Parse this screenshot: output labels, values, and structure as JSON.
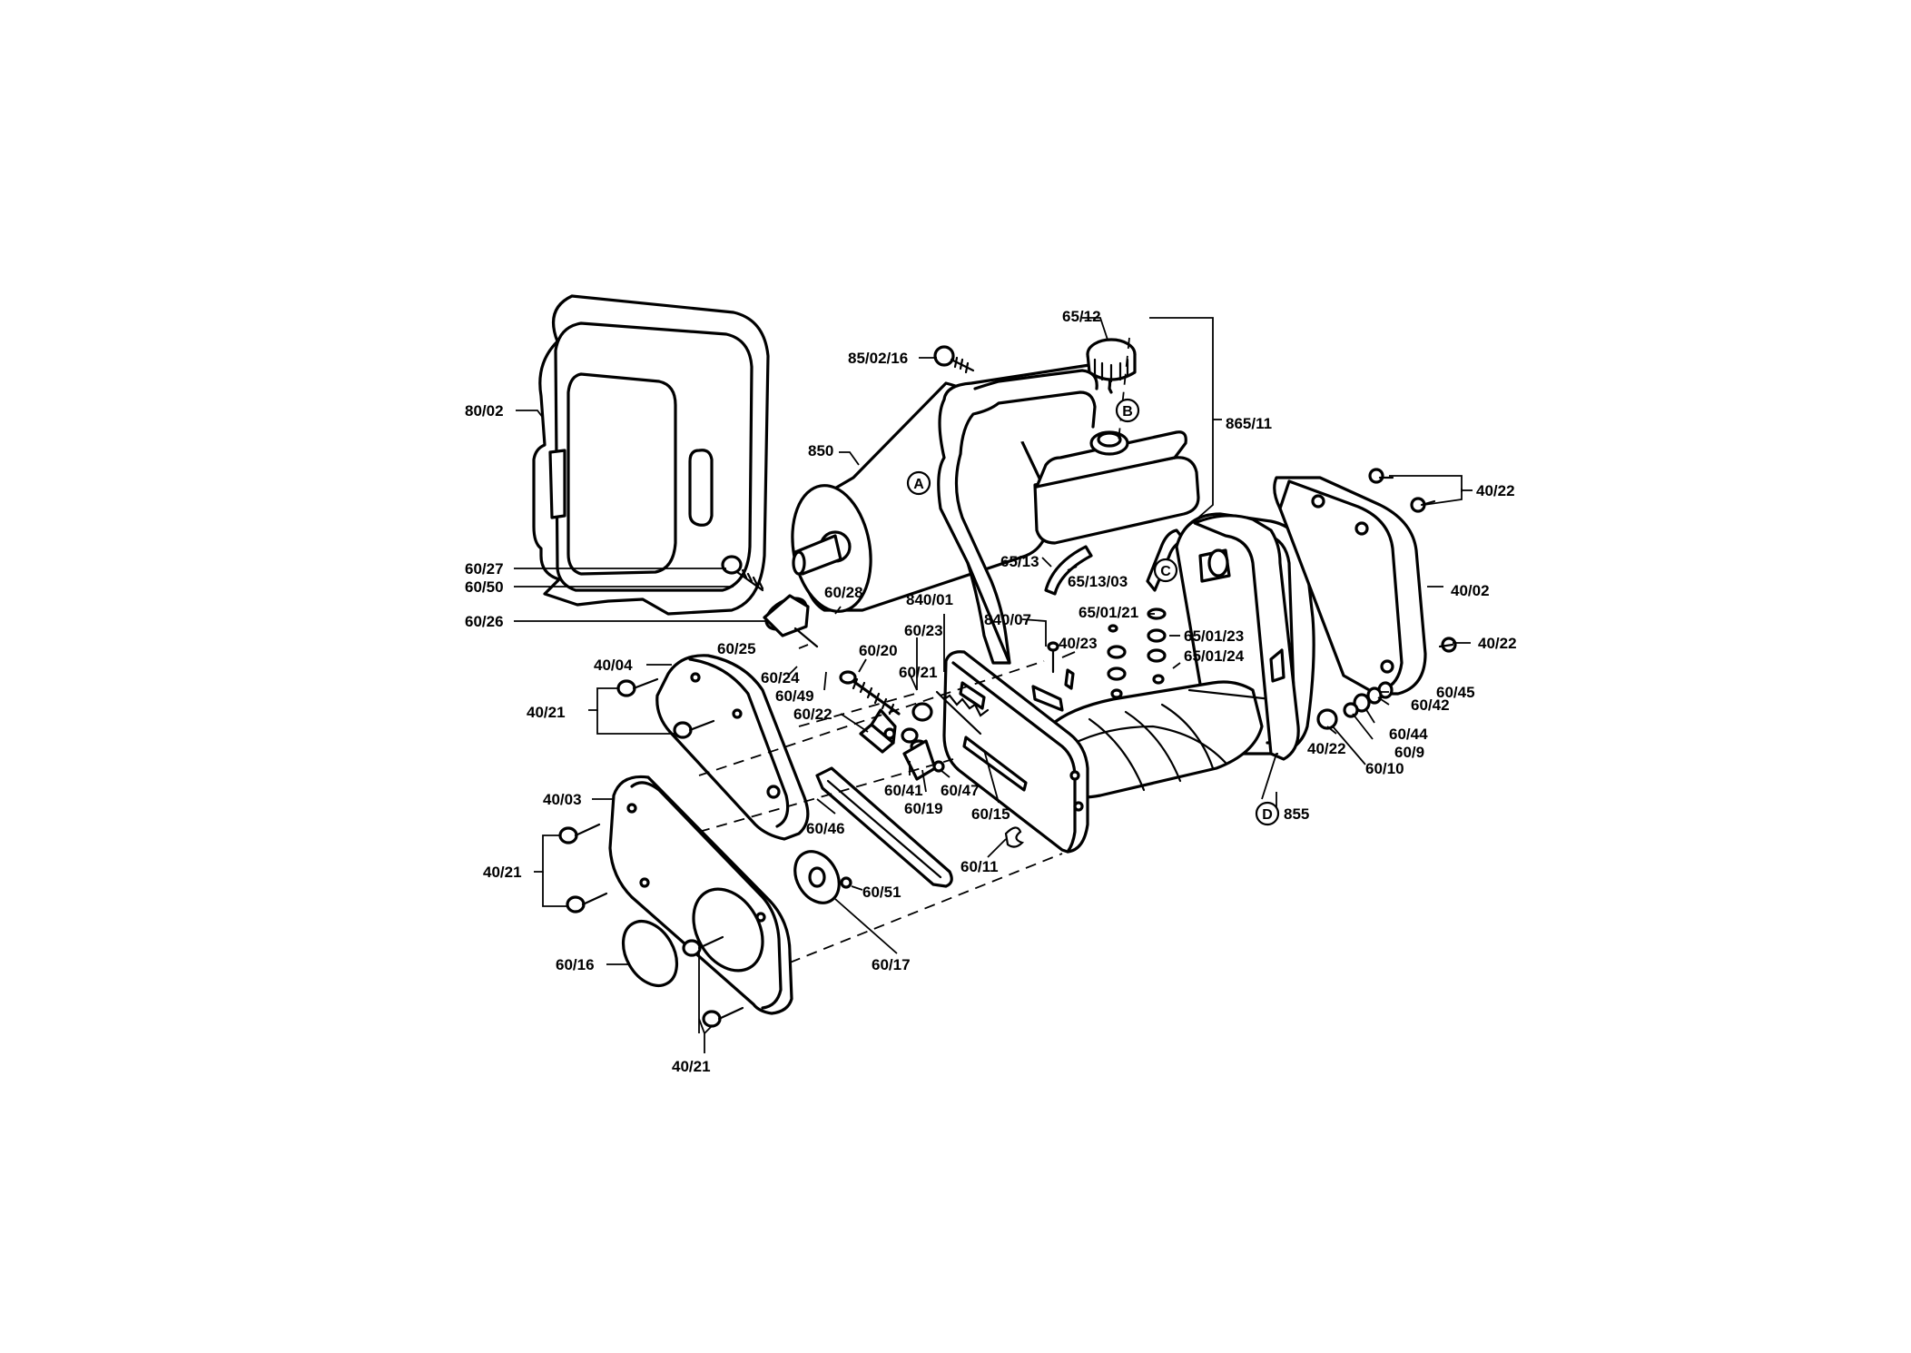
{
  "diagram": {
    "labels": [
      {
        "id": "L8002",
        "text": "80/02"
      },
      {
        "id": "L850216",
        "text": "85/02/16"
      },
      {
        "id": "L6512",
        "text": "65/12"
      },
      {
        "id": "L86511",
        "text": "865/11"
      },
      {
        "id": "L850",
        "text": "850"
      },
      {
        "id": "L4022a",
        "text": "40/22"
      },
      {
        "id": "L4002",
        "text": "40/02"
      },
      {
        "id": "L4022b",
        "text": "40/22"
      },
      {
        "id": "L6513",
        "text": "65/13"
      },
      {
        "id": "L651303",
        "text": "65/13/03"
      },
      {
        "id": "L6027",
        "text": "60/27"
      },
      {
        "id": "L6050",
        "text": "60/50"
      },
      {
        "id": "L84001",
        "text": "840/01"
      },
      {
        "id": "L840107",
        "text": "840/07"
      },
      {
        "id": "L650121",
        "text": "65/01/21"
      },
      {
        "id": "L650123",
        "text": "65/01/23"
      },
      {
        "id": "L6026",
        "text": "60/26"
      },
      {
        "id": "L6028",
        "text": "60/28"
      },
      {
        "id": "L6023",
        "text": "60/23"
      },
      {
        "id": "L4023",
        "text": "40/23"
      },
      {
        "id": "L650124",
        "text": "65/01/24"
      },
      {
        "id": "L6025",
        "text": "60/25"
      },
      {
        "id": "L6020",
        "text": "60/20"
      },
      {
        "id": "L4004",
        "text": "40/04"
      },
      {
        "id": "L6024",
        "text": "60/24"
      },
      {
        "id": "L6021",
        "text": "60/21"
      },
      {
        "id": "L6049",
        "text": "60/49"
      },
      {
        "id": "L6045",
        "text": "60/45"
      },
      {
        "id": "L4021a",
        "text": "40/21"
      },
      {
        "id": "L6022",
        "text": "60/22"
      },
      {
        "id": "L6042",
        "text": "60/42"
      },
      {
        "id": "L6044",
        "text": "60/44"
      },
      {
        "id": "L609",
        "text": "60/9"
      },
      {
        "id": "L4022c",
        "text": "40/22"
      },
      {
        "id": "L6010",
        "text": "60/10"
      },
      {
        "id": "L6041",
        "text": "60/41"
      },
      {
        "id": "L6047",
        "text": "60/47"
      },
      {
        "id": "L4003",
        "text": "40/03"
      },
      {
        "id": "L6019",
        "text": "60/19"
      },
      {
        "id": "L855",
        "text": "855"
      },
      {
        "id": "L6015",
        "text": "60/15"
      },
      {
        "id": "L6046",
        "text": "60/46"
      },
      {
        "id": "L6011",
        "text": "60/11"
      },
      {
        "id": "L4021b",
        "text": "40/21"
      },
      {
        "id": "L6051",
        "text": "60/51"
      },
      {
        "id": "L6016",
        "text": "60/16"
      },
      {
        "id": "L6017",
        "text": "60/17"
      },
      {
        "id": "L4021c",
        "text": "40/21"
      }
    ],
    "markers": {
      "A": "A",
      "B": "B",
      "C": "C",
      "D": "D"
    }
  }
}
